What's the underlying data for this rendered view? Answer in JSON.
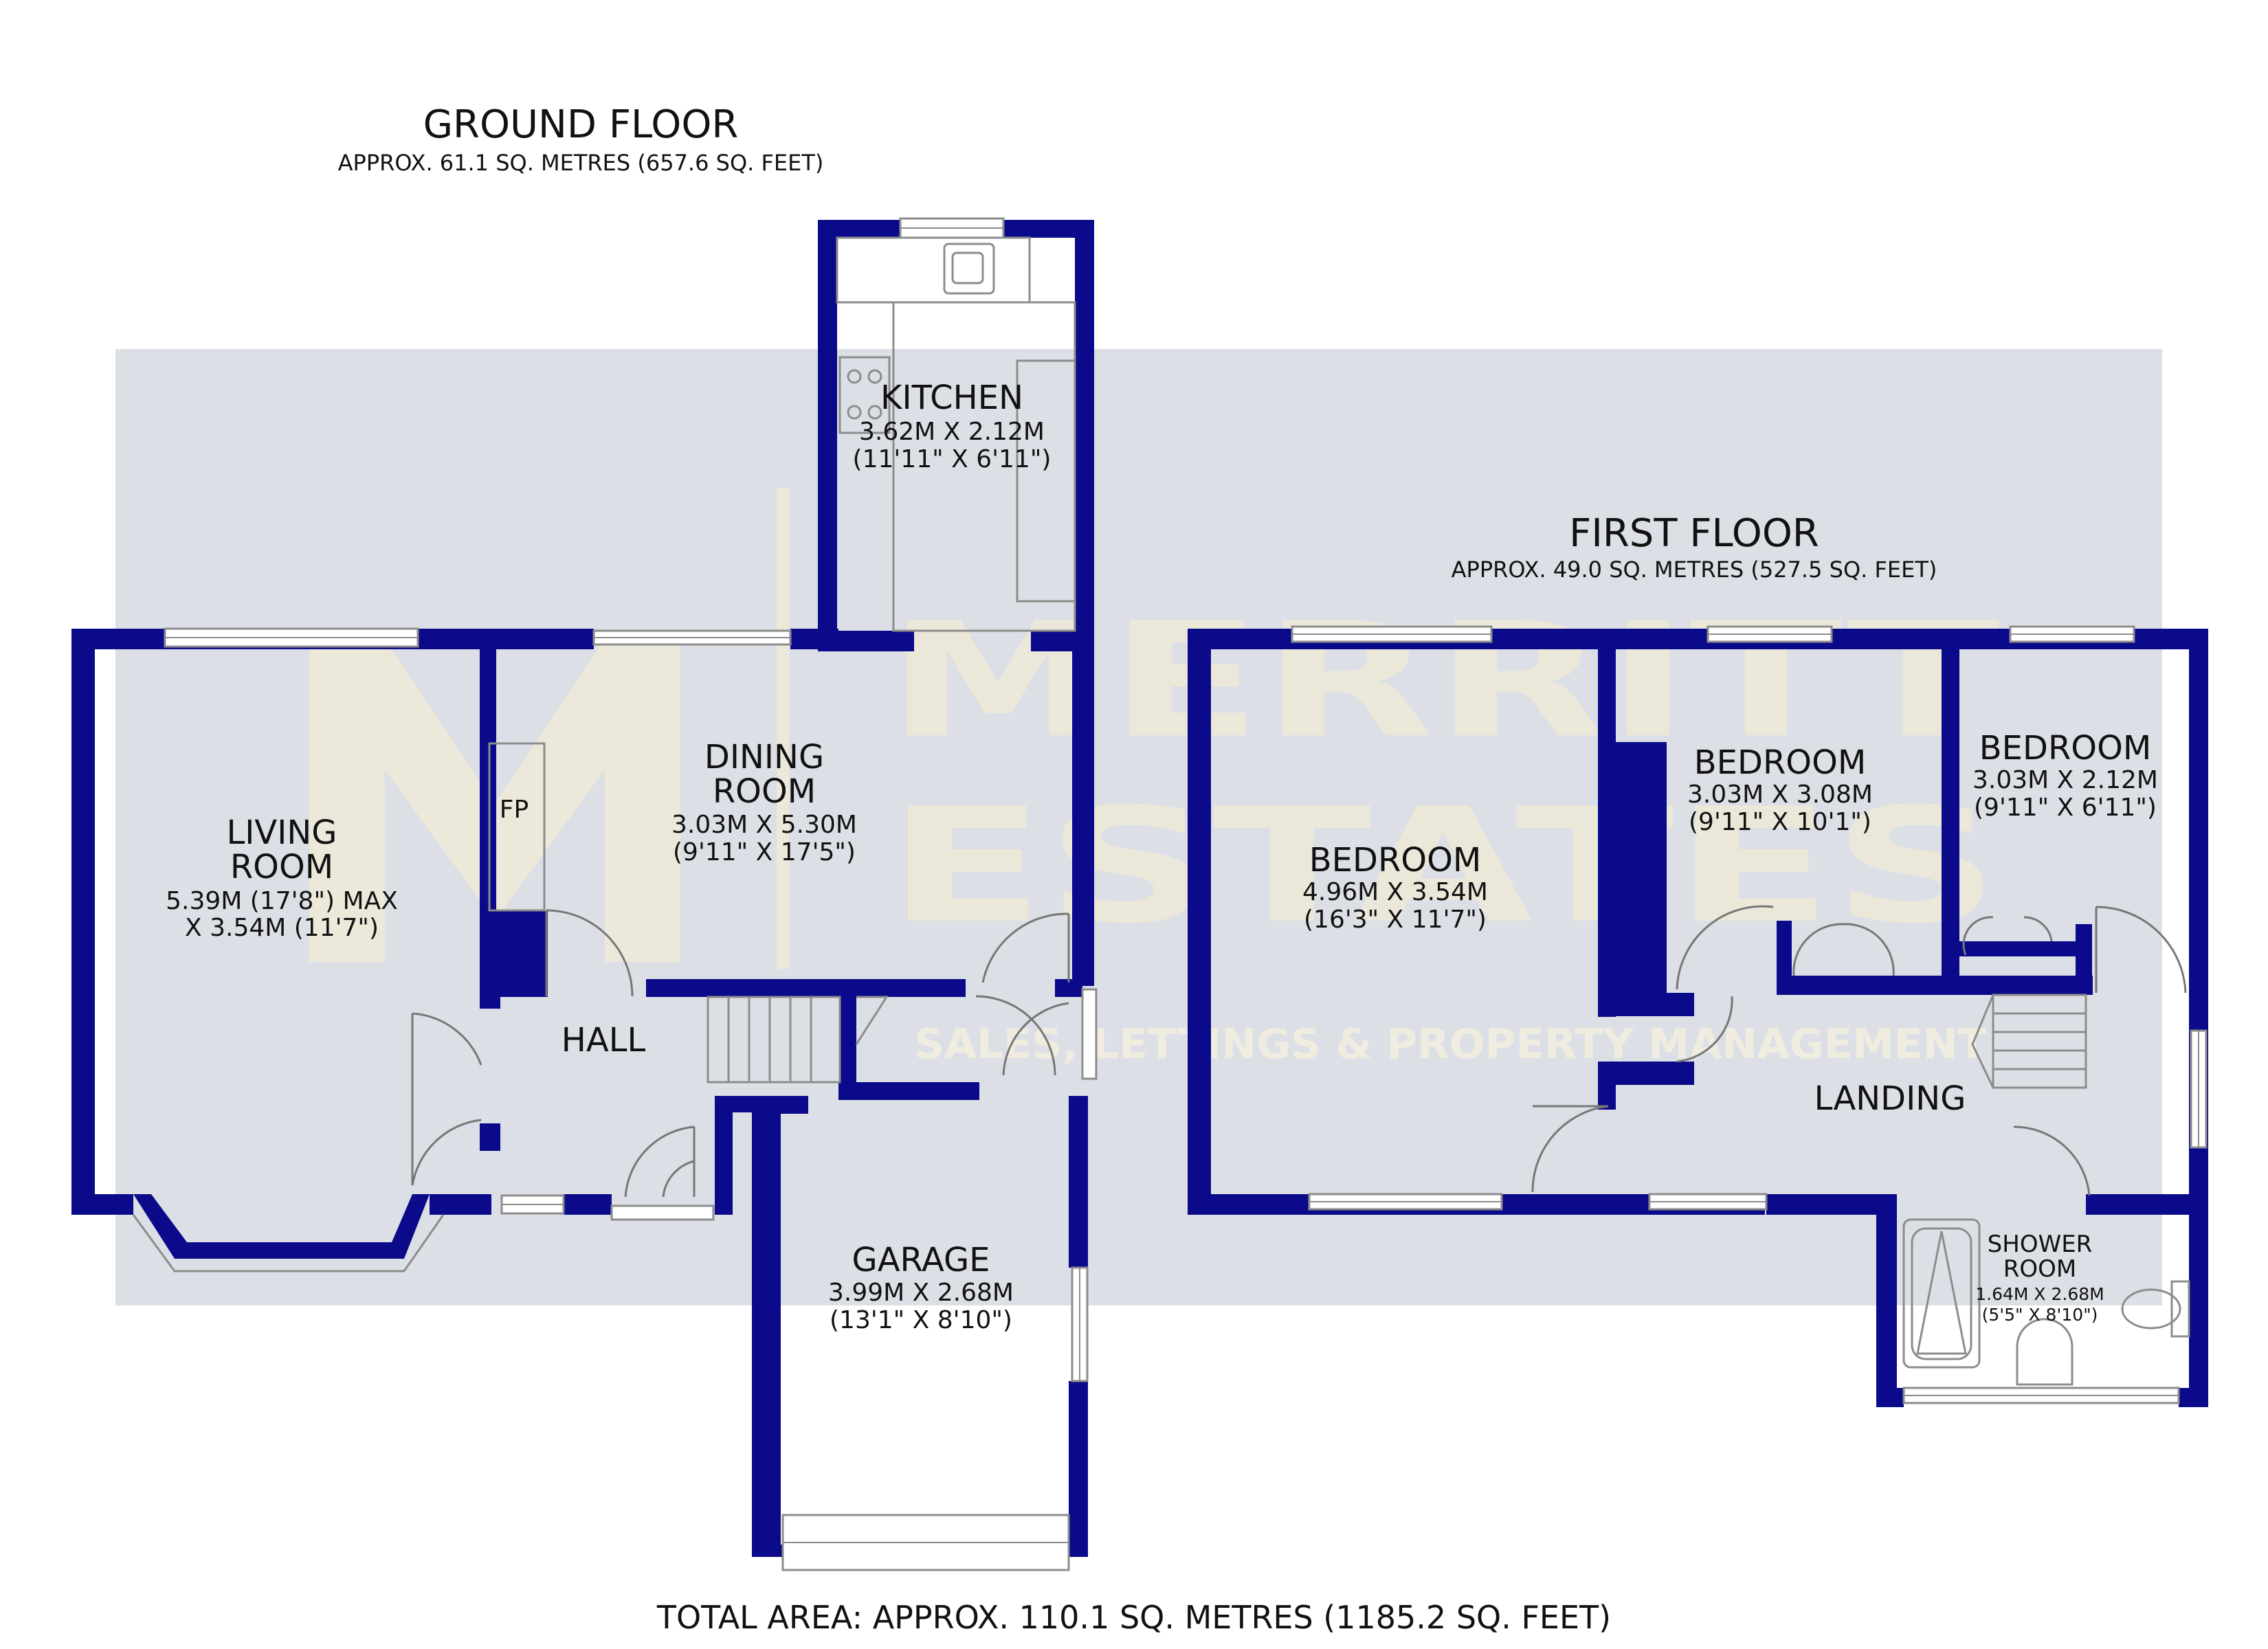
{
  "ground_floor": {
    "title": "GROUND FLOOR",
    "area": "APPROX. 61.1 SQ. METRES (657.6 SQ. FEET)",
    "rooms": {
      "living_room": {
        "name_line1": "LIVING",
        "name_line2": "ROOM",
        "dim_metric": "5.39M (17'8\") MAX",
        "dim_imperial": "X 3.54M (11'7\")"
      },
      "dining_room": {
        "name_line1": "DINING",
        "name_line2": "ROOM",
        "dim_metric": "3.03M X 5.30M",
        "dim_imperial": "(9'11\" X 17'5\")"
      },
      "kitchen": {
        "name": "KITCHEN",
        "dim_metric": "3.62M X 2.12M",
        "dim_imperial": "(11'11\" X 6'11\")"
      },
      "hall": {
        "name": "HALL"
      },
      "garage": {
        "name": "GARAGE",
        "dim_metric": "3.99M X 2.68M",
        "dim_imperial": "(13'1\" X 8'10\")"
      },
      "fireplace": {
        "label": "FP"
      }
    }
  },
  "first_floor": {
    "title": "FIRST FLOOR",
    "area": "APPROX. 49.0 SQ. METRES (527.5 SQ. FEET)",
    "rooms": {
      "bedroom_1": {
        "name": "BEDROOM",
        "dim_metric": "4.96M X 3.54M",
        "dim_imperial": "(16'3\" X 11'7\")"
      },
      "bedroom_2": {
        "name": "BEDROOM",
        "dim_metric": "3.03M X 3.08M",
        "dim_imperial": "(9'11\" X 10'1\")"
      },
      "bedroom_3": {
        "name": "BEDROOM",
        "dim_metric": "3.03M X 2.12M",
        "dim_imperial": "(9'11\" X 6'11\")"
      },
      "landing": {
        "name": "LANDING"
      },
      "shower_room": {
        "name_line1": "SHOWER",
        "name_line2": "ROOM",
        "dim_metric": "1.64M X 2.68M",
        "dim_imperial": "(5'5\" X 8'10\")"
      }
    }
  },
  "watermark": {
    "brand_line1": "MERRITT",
    "brand_line2": "ESTATES",
    "tagline": "SALES, LETTINGS & PROPERTY MANAGEMENT"
  },
  "total_area": "TOTAL AREA: APPROX. 110.1 SQ. METRES (1185.2 SQ. FEET)",
  "colors": {
    "wall": "#0a0a8a",
    "watermark_band": "#dcdfe5",
    "watermark_text": "#f2ecd6"
  }
}
